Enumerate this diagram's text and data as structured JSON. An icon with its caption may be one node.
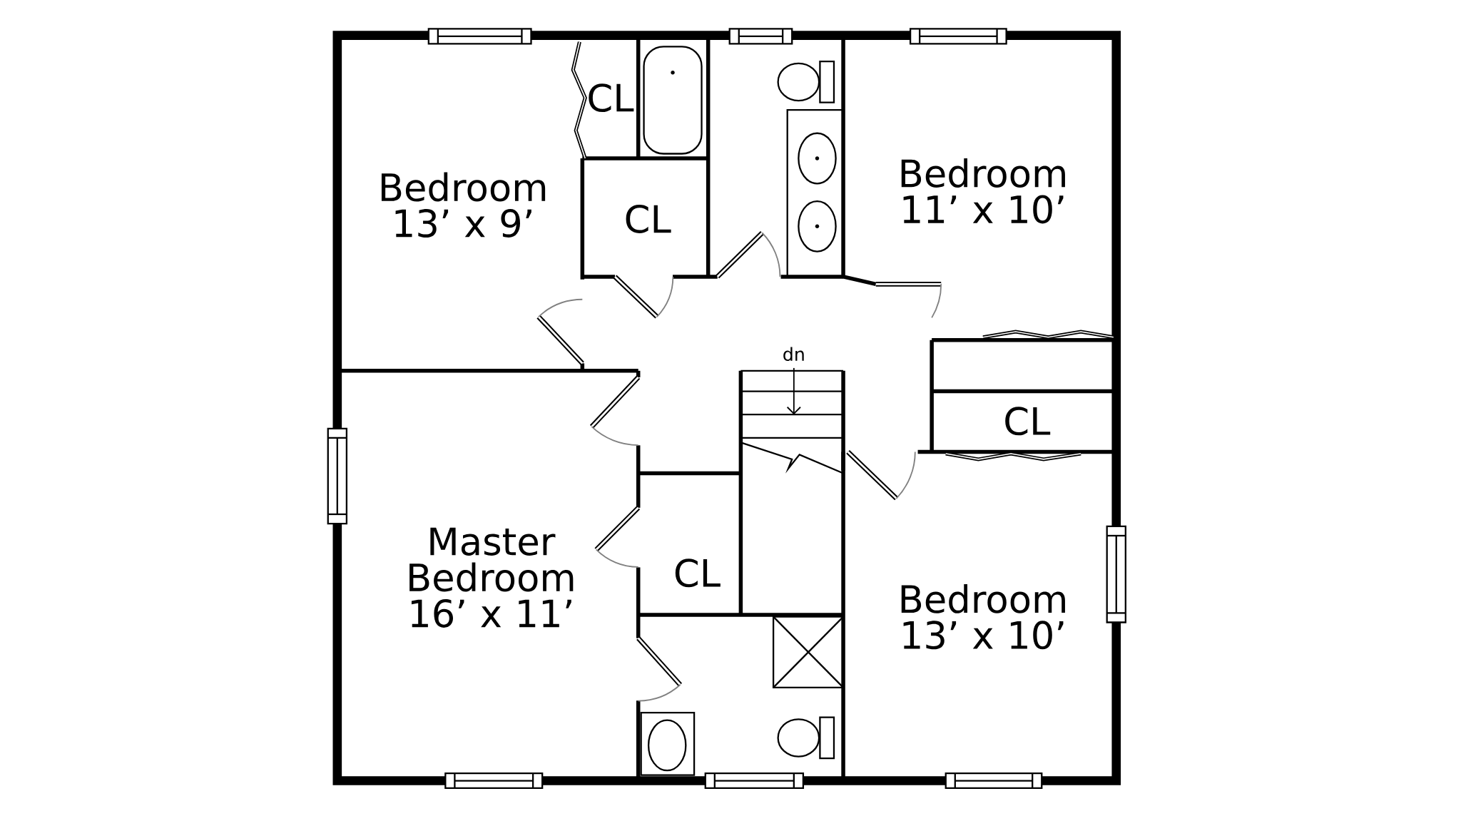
{
  "diagram": {
    "nodes": [
      {
        "text": [
          "Bedroom",
          "13’ x 9’"
        ]
      },
      {
        "text": [
          "CL"
        ]
      },
      {
        "text": [
          "CL"
        ]
      },
      {
        "text": [
          "Bedroom",
          "11’ x 10’"
        ]
      },
      {
        "text": [
          "CL"
        ]
      },
      {
        "text": [
          "Master Bedroom",
          "16’ x 11’"
        ]
      },
      {
        "text": [
          "CL"
        ]
      },
      {
        "text": [
          "Bedroom",
          "13’ x 10’"
        ]
      }
    ],
    "labels": [
      "dn"
    ]
  }
}
